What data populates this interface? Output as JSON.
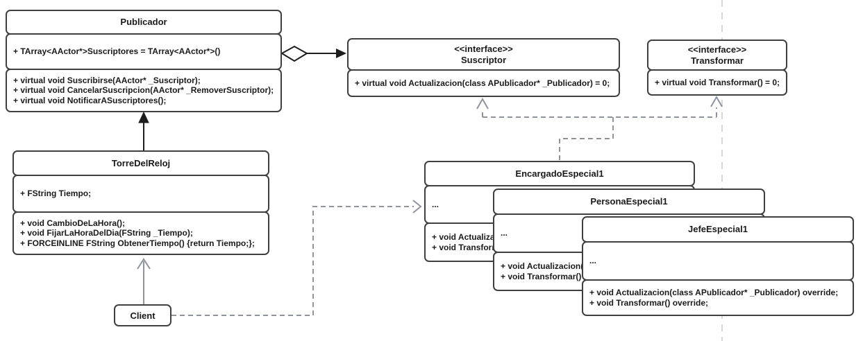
{
  "diagram_type": "uml-class-diagram",
  "classes": {
    "publicador": {
      "title": "Publicador",
      "attributes": [
        "+ TArray<AActor*>Suscriptores = TArray<AActor*>()"
      ],
      "methods": [
        "+ virtual void Suscribirse(AActor* _Suscriptor);",
        "+ virtual void CancelarSuscripcion(AActor* _RemoverSuscriptor);",
        "+ virtual void NotificarASuscriptores();"
      ]
    },
    "suscriptor": {
      "stereotype": "<<interface>>",
      "title": "Suscriptor",
      "methods": [
        "+ virtual void Actualizacion(class APublicador* _Publicador) = 0;"
      ]
    },
    "transformar": {
      "stereotype": "<<interface>>",
      "title": "Transformar",
      "methods": [
        "+ virtual void Transformar() = 0;"
      ]
    },
    "torre_del_reloj": {
      "title": "TorreDelReloj",
      "attributes": [
        "+ FString Tiempo;"
      ],
      "methods": [
        "+ void CambioDeLaHora();",
        "+ void FijarLaHoraDelDia(FString _Tiempo);",
        "+ FORCEINLINE FString ObtenerTiempo() {return Tiempo;};"
      ]
    },
    "encargado_especial1": {
      "title": "EncargadoEspecial1",
      "attributes": [
        "..."
      ],
      "methods": [
        "+ void Actualizacion(class APublicador* _Publicador) override;",
        "+ void Transformar() override;"
      ]
    },
    "persona_especial1": {
      "title": "PersonaEspecial1",
      "attributes": [
        "..."
      ],
      "methods": [
        "+ void Actualizacion(class APublicador* _Publicador) override;",
        "+ void Transformar() override;"
      ]
    },
    "jefe_especial1": {
      "title": "JefeEspecial1",
      "attributes": [
        "..."
      ],
      "methods": [
        "+ void Actualizacion(class APublicador* _Publicador) override;",
        "+ void Transformar() override;"
      ]
    }
  },
  "client": {
    "label": "Client"
  },
  "colors": {
    "box_border": "#3f3f3f",
    "solid_arrow": "#1d1d1d",
    "dashed_gray": "#8e939c",
    "light_dashed": "#d6d8da",
    "background": "#ffffff"
  }
}
